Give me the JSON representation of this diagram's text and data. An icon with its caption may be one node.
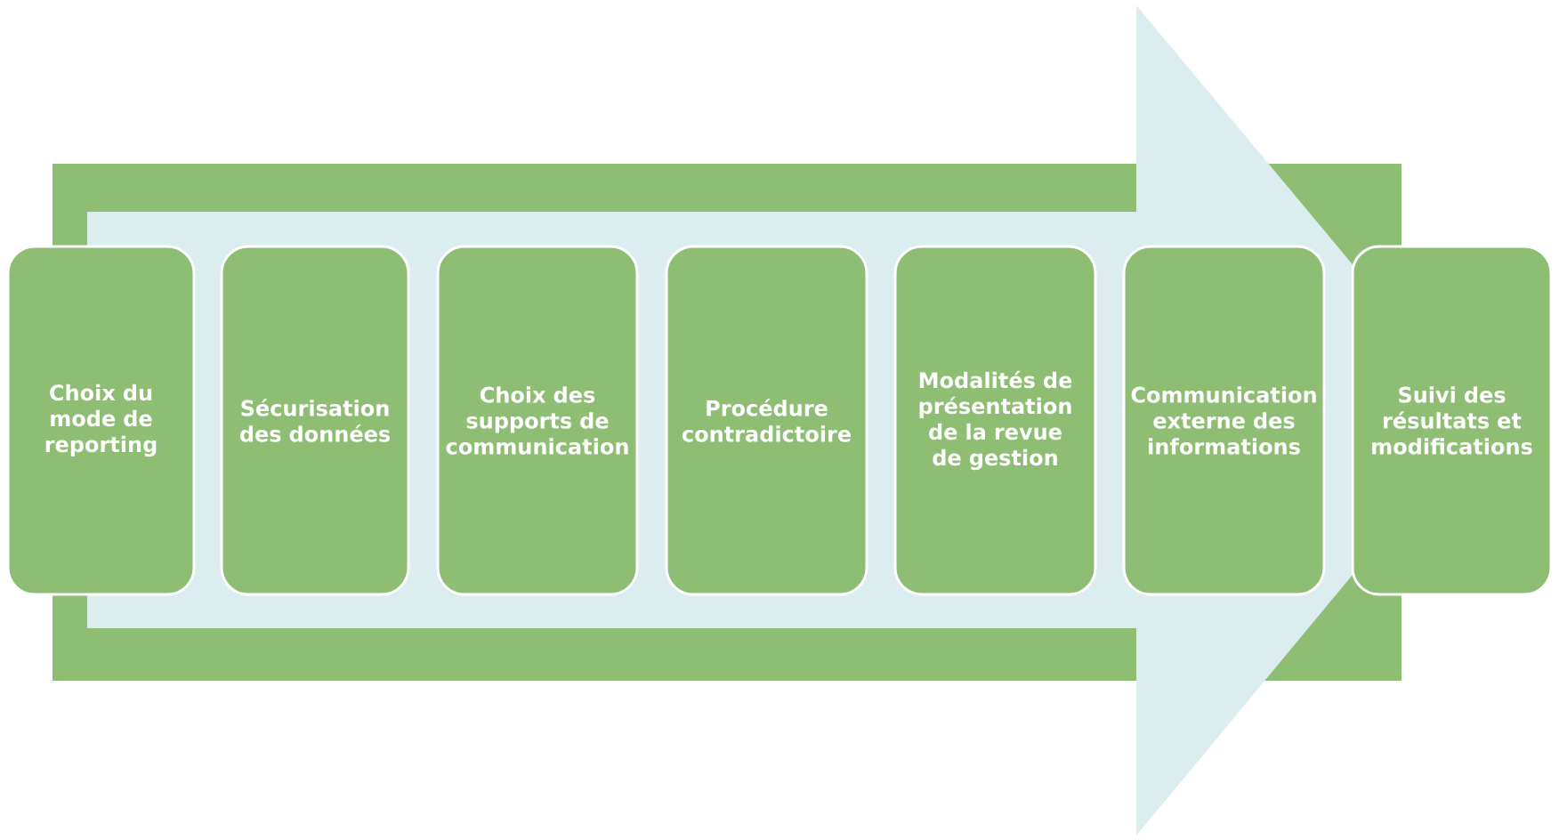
{
  "diagram": {
    "nodes": [
      {
        "text": [
          "Choix du mode de reporting"
        ]
      },
      {
        "text": [
          "Sécurisation des données"
        ]
      },
      {
        "text": [
          "Choix des supports de communication"
        ]
      },
      {
        "text": [
          "Procédure contradictoire"
        ]
      },
      {
        "text": [
          "Modalités de présentation de la revue de gestion"
        ]
      },
      {
        "text": [
          "Communication externe des informations"
        ]
      },
      {
        "text": [
          "Suivi des résultats et modifications"
        ]
      }
    ],
    "edges": [
      {
        "from": 0,
        "to": 6,
        "arrow": "to"
      }
    ]
  }
}
